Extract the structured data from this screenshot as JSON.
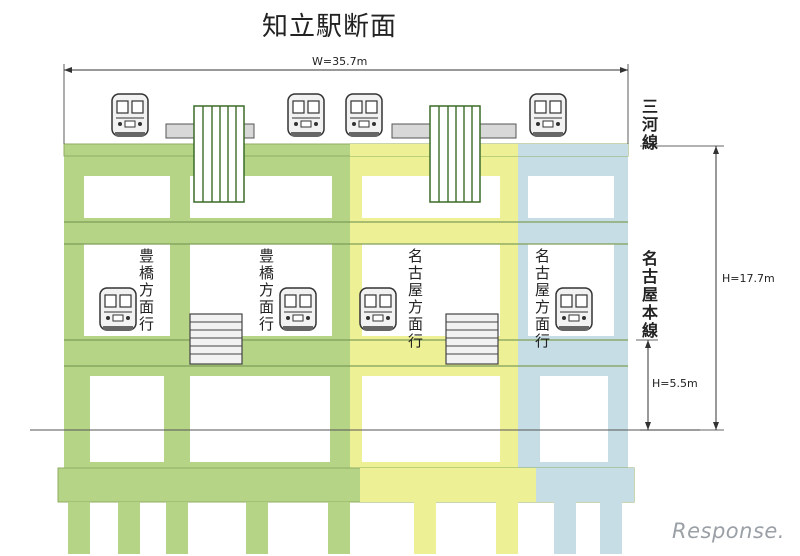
{
  "title": "知立駅断面",
  "dimensions": {
    "width": "W=35.7m",
    "height_total": "H=17.7m",
    "height_lower": "H=5.5m"
  },
  "line_labels": {
    "upper": "三河線",
    "middle": "名古屋本線"
  },
  "platform_labels": {
    "toyohashi_1": "豊橋方面行",
    "toyohashi_2": "豊橋方面行",
    "nagoya_1": "名古屋方面行",
    "nagoya_2": "名古屋方面行"
  },
  "colors": {
    "green": "#b5d486",
    "yellow": "#eef096",
    "blue": "#c6dde6",
    "stair": "#3a6b28"
  },
  "watermark": "Response."
}
